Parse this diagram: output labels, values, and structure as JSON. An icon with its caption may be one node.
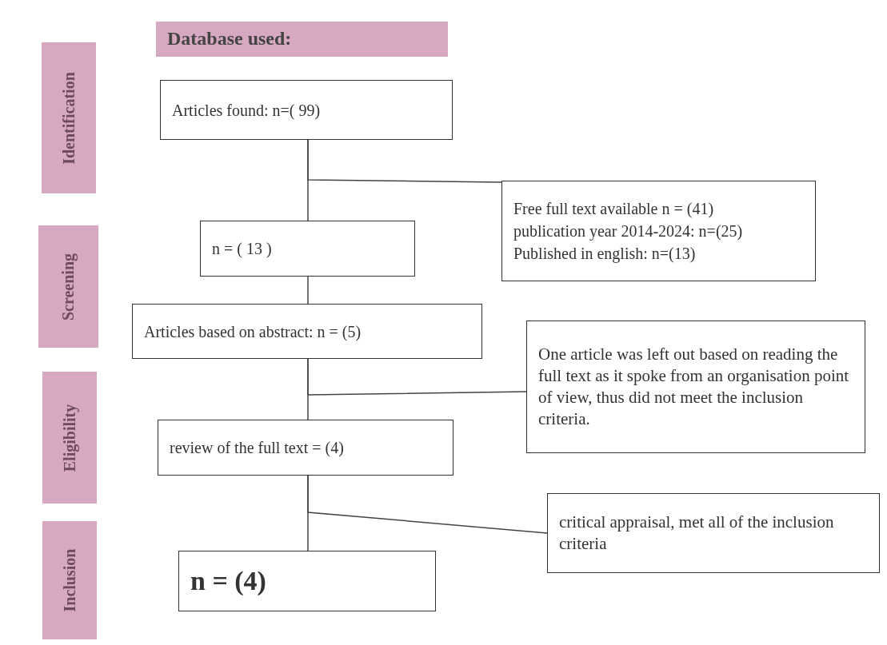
{
  "diagram": {
    "nodes": [
      {
        "text": [
          "Database used:"
        ]
      },
      {
        "text": [
          "Identification"
        ]
      },
      {
        "text": [
          "Screening"
        ]
      },
      {
        "text": [
          "Eligibility"
        ]
      },
      {
        "text": [
          "Inclusion"
        ]
      },
      {
        "text": [
          "Articles found: n=( 99)"
        ]
      },
      {
        "text": [
          "n = ( 13 )"
        ]
      },
      {
        "text": [
          "Free full text available n = (41)",
          "publication year 2014-2024: n=(25)",
          "Published in english: n=(13)"
        ]
      },
      {
        "text": [
          "Articles based on abstract: n = (5)"
        ]
      },
      {
        "text": [
          "review of the full text = (4)"
        ]
      },
      {
        "text": [
          "n = (4)"
        ]
      },
      {
        "text": [
          "One article was left out based on reading the full text as it spoke from an organisation point of view, thus did not meet the inclusion criteria."
        ]
      },
      {
        "text": [
          "critical appraisal, met all of the inclusion criteria"
        ]
      }
    ],
    "edges": [
      {
        "from": 5,
        "to": 6,
        "arrow": "none"
      },
      {
        "from": 5,
        "to": 7,
        "arrow": "none"
      },
      {
        "from": 6,
        "to": 8,
        "arrow": "none"
      },
      {
        "from": 8,
        "to": 9,
        "arrow": "none"
      },
      {
        "from": 8,
        "to": 11,
        "arrow": "none"
      },
      {
        "from": 9,
        "to": 10,
        "arrow": "none"
      },
      {
        "from": 9,
        "to": 12,
        "arrow": "none"
      }
    ]
  }
}
